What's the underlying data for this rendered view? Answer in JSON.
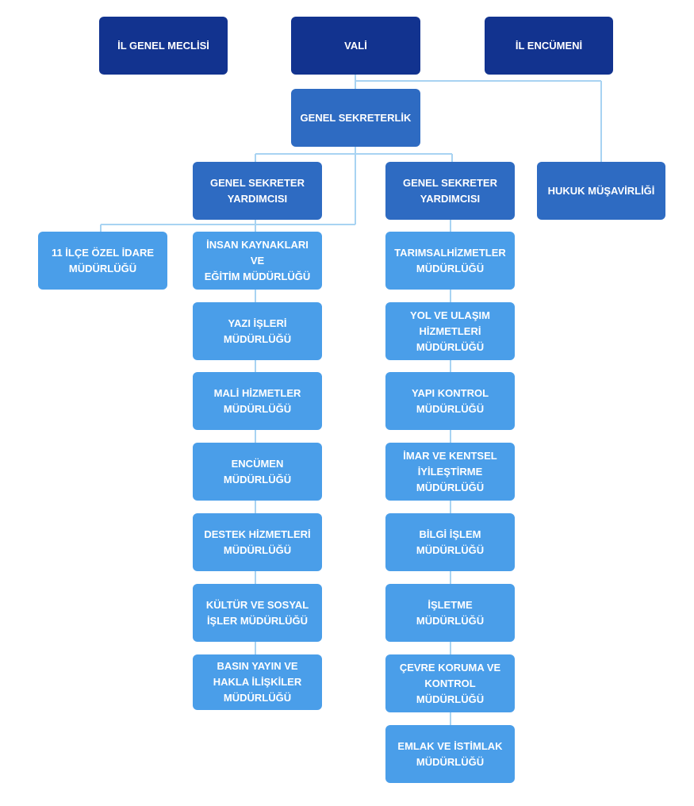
{
  "colors": {
    "top_level": "#12338f",
    "second_level": "#2e6bc2",
    "directorate": "#4a9ee9",
    "connector": "#a8d3f2"
  },
  "top": {
    "il_genel_meclisi": "İL GENEL MECLİSİ",
    "vali": "VALİ",
    "il_encumeni": "İL ENCÜMENİ"
  },
  "genel_sekreterlik": "GENEL SEKRETERLİK",
  "yardimci_left": "GENEL SEKRETER\nYARDIMCISI",
  "yardimci_right": "GENEL SEKRETER\nYARDIMCISI",
  "hukuk": "HUKUK MÜŞAVİRLİĞİ",
  "ilce": "11 İLÇE ÖZEL İDARE\nMÜDÜRLÜĞÜ",
  "left_units": [
    "İNSAN KAYNAKLARI VE\nEĞİTİM MÜDÜRLÜĞÜ",
    "YAZI İŞLERİ\nMÜDÜRLÜĞÜ",
    "MALİ HİZMETLER\nMÜDÜRLÜĞÜ",
    "ENCÜMEN\nMÜDÜRLÜĞÜ",
    "DESTEK HİZMETLERİ\nMÜDÜRLÜĞÜ",
    "KÜLTÜR VE SOSYAL\nİŞLER MÜDÜRLÜĞÜ",
    "BASIN YAYIN VE\nHAKLA İLİŞKİLER\nMÜDÜRLÜĞÜ"
  ],
  "right_units": [
    "TARIMSALHİZMETLER\nMÜDÜRLÜĞÜ",
    "YOL VE ULAŞIM\nHİZMETLERİ\nMÜDÜRLÜĞÜ",
    "YAPI KONTROL\nMÜDÜRLÜĞÜ",
    "İMAR VE KENTSEL\nİYİLEŞTİRME\nMÜDÜRLÜĞÜ",
    "BİLGİ İŞLEM\nMÜDÜRLÜĞÜ",
    "İŞLETME\nMÜDÜRLÜĞÜ",
    "ÇEVRE KORUMA VE\nKONTROL MÜDÜRLÜĞÜ",
    "EMLAK VE İSTİMLAK\nMÜDÜRLÜĞÜ"
  ]
}
